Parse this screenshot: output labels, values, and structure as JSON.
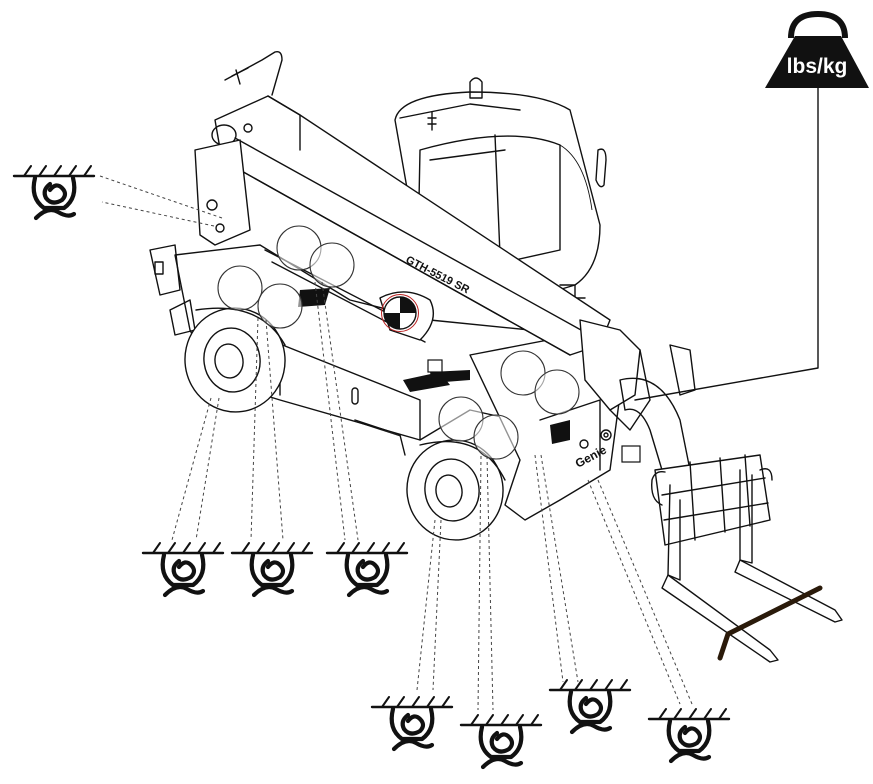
{
  "weight_symbol": {
    "label": "lbs/kg"
  },
  "machine": {
    "model_decal": "GTH-5519 SR",
    "brand_logo": "Genie"
  }
}
